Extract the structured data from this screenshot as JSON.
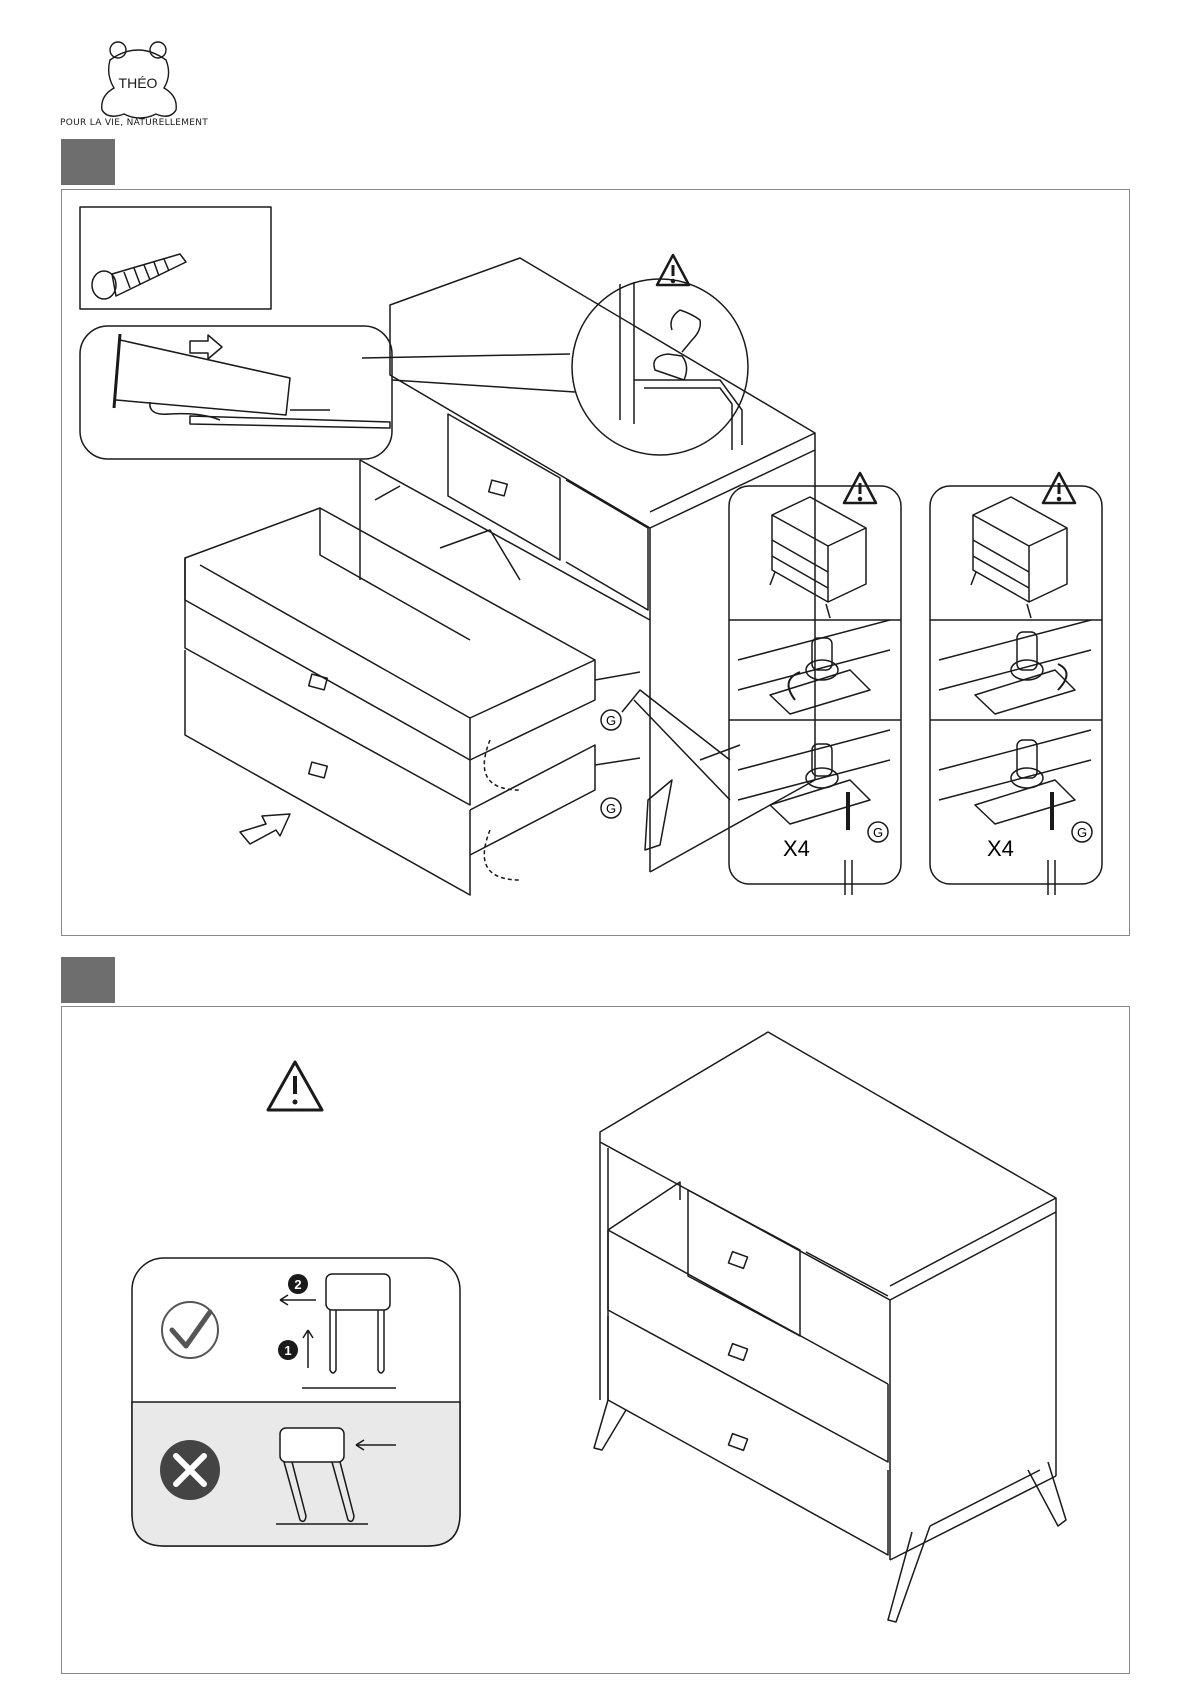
{
  "brand": {
    "name": "THÉO",
    "tagline": "POUR LA VIE, NATURELLEMENT"
  },
  "step1": {
    "screw_callout": "G",
    "quantity_left": "X4",
    "quantity_right": "X4",
    "part_letter": "G"
  },
  "step2": {
    "step_numbers": [
      "1",
      "2"
    ]
  },
  "colors": {
    "step_tab": "#6e6e6e",
    "line": "#1a1a1a",
    "wrong_bg": "#e9e9e9"
  }
}
